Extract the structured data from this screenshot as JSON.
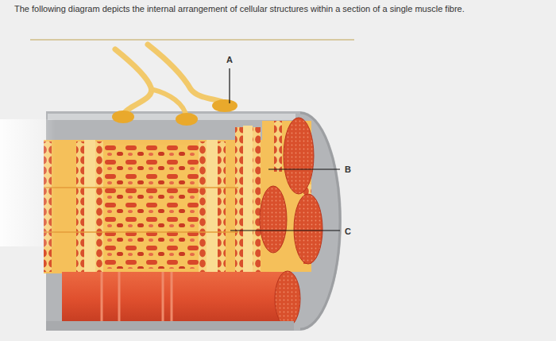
{
  "diagram": {
    "title": "The following diagram depicts the internal arrangement of cellular structures within a section of a single muscle fibre.",
    "labels": [
      "A",
      "B",
      "C"
    ]
  }
}
